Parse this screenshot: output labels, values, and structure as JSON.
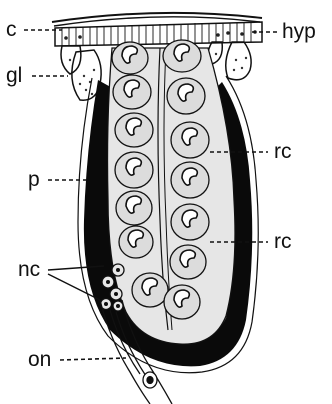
{
  "figure": {
    "labels": {
      "c": "c",
      "hyp": "hyp",
      "gl": "gl",
      "p": "p",
      "rc_upper": "rc",
      "rc_lower": "rc",
      "nc": "nc",
      "on": "on"
    },
    "colors": {
      "ink": "#111111",
      "pigment": "#0a0a0a",
      "paper": "#ffffff"
    }
  }
}
